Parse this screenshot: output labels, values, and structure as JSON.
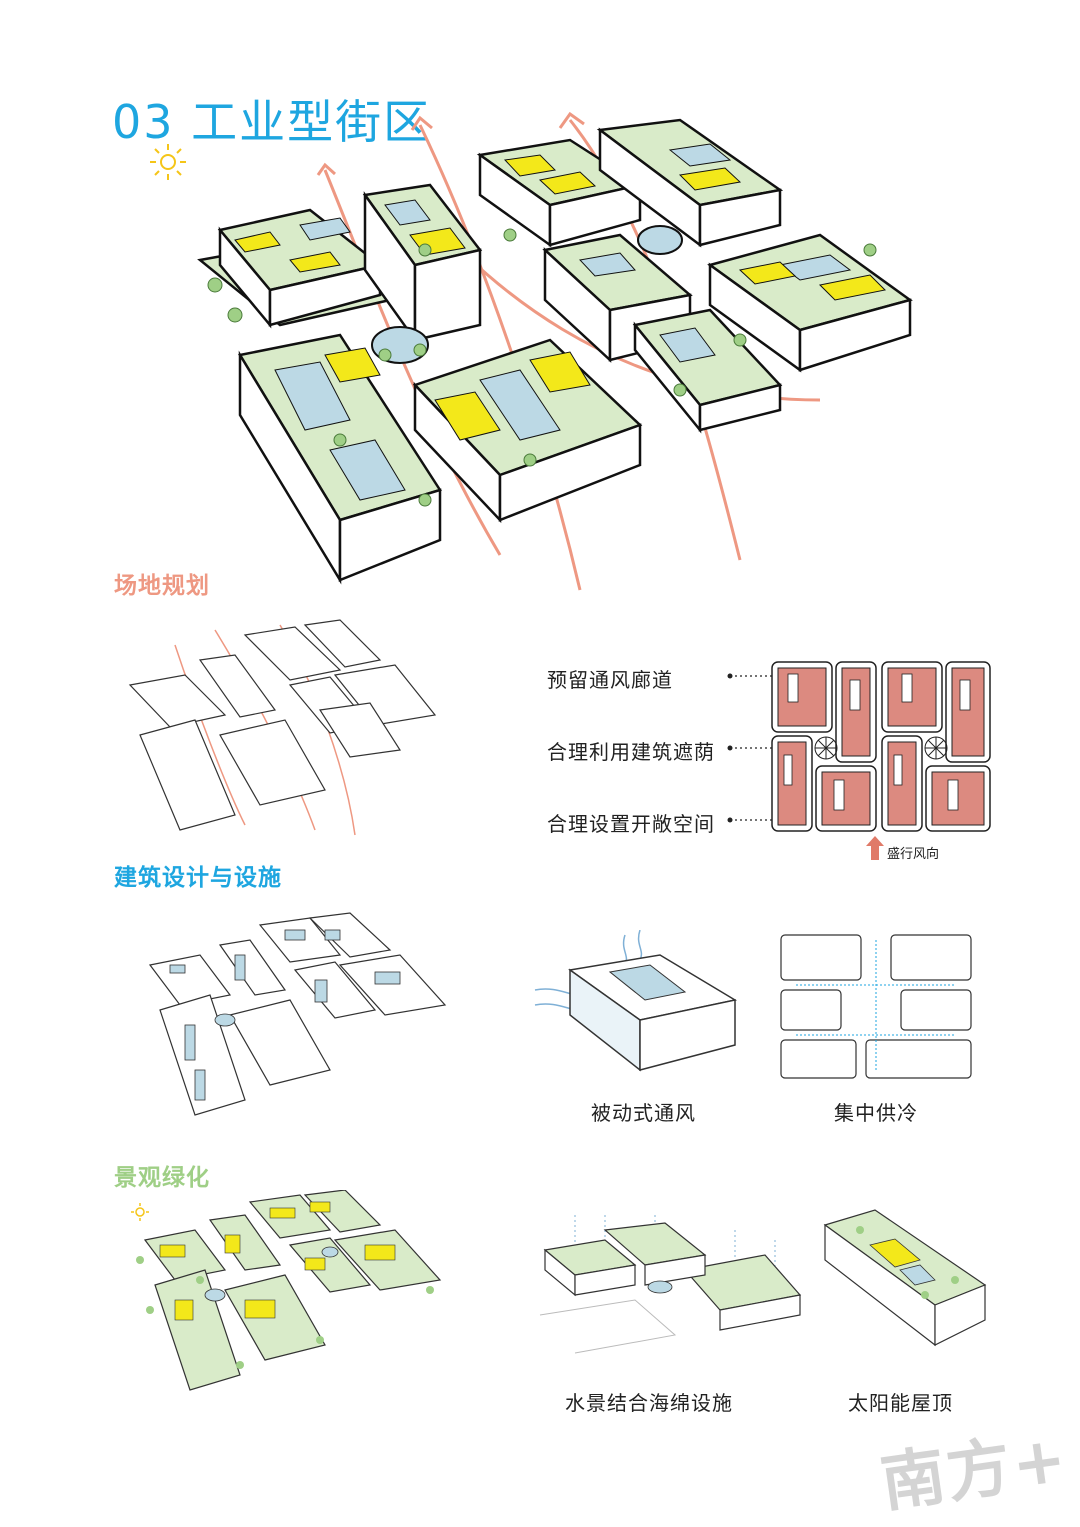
{
  "title": "03 工业型街区",
  "sections": {
    "site_planning": {
      "title": "场地规划",
      "color": "#ee9882"
    },
    "building_design": {
      "title": "建筑设计与设施",
      "color": "#1ea6e0"
    },
    "landscape": {
      "title": "景观绿化",
      "color": "#9fcf86"
    }
  },
  "site_plan_labels": {
    "corridor": "预留通风廊道",
    "shading": "合理利用建筑遮荫",
    "open_space": "合理设置开敞空间",
    "wind": "盛行风向"
  },
  "building_labels": {
    "passive": "被动式通风",
    "cooling": "集中供冷"
  },
  "landscape_labels": {
    "water": "水景结合海绵设施",
    "solar": "太阳能屋顶"
  },
  "watermark": "南方+",
  "colors": {
    "blue": "#1ea6e0",
    "salmon": "#ee9882",
    "green": "#9fcf86",
    "roof_green": "#d9ebc9",
    "solar_yellow": "#f3e81a",
    "pool_blue": "#bcd9e5",
    "plan_red": "#dc8a80"
  },
  "icons": [
    "sun-icon",
    "wind-arrow-icon",
    "fan-icon"
  ]
}
